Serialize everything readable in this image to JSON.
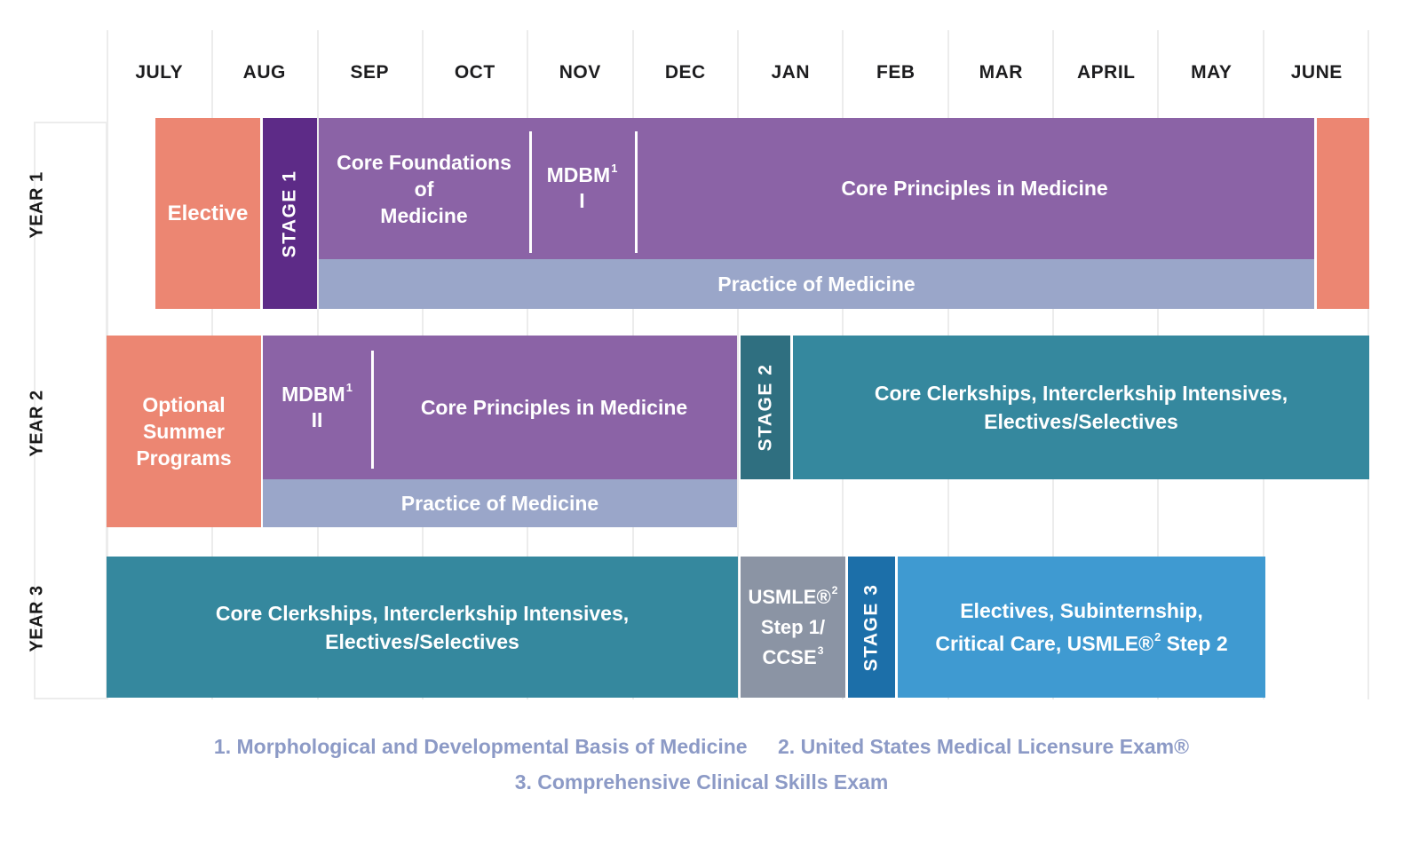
{
  "header": {
    "months": [
      "JULY",
      "AUG",
      "SEP",
      "OCT",
      "NOV",
      "DEC",
      "JAN",
      "FEB",
      "MAR",
      "APRIL",
      "MAY",
      "JUNE"
    ]
  },
  "year1": {
    "label": "YEAR 1",
    "elective": "Elective",
    "stage1": "STAGE 1",
    "core_foundations": "Core Foundations\nof\nMedicine",
    "mdbm": {
      "name": "MDBM",
      "sup": "1",
      "numeral": "I"
    },
    "core_principles": "Core Principles in Medicine",
    "practice": "Practice of Medicine",
    "june_block": ""
  },
  "year2": {
    "label": "YEAR 2",
    "summer": "Optional\nSummer\nPrograms",
    "mdbm": {
      "name": "MDBM",
      "sup": "1",
      "numeral": "II"
    },
    "core_principles": "Core Principles in Medicine",
    "stage2": "STAGE 2",
    "clerkships": "Core Clerkships, Interclerkship Intensives,\nElectives/Selectives",
    "practice": "Practice of Medicine"
  },
  "year3": {
    "label": "YEAR 3",
    "clerkships": "Core Clerkships, Interclerkship Intensives,\nElectives/Selectives",
    "usmle": {
      "l1_pre": "USMLE®",
      "l1_sup": "2",
      "l2": "Step 1/",
      "l3_pre": "CCSE",
      "l3_sup": "3"
    },
    "stage3": "STAGE 3",
    "electives": {
      "l1": "Electives, Subinternship,",
      "l2_pre": "Critical Care, USMLE®",
      "l2_sup": "2",
      "l2_post": " Step 2"
    }
  },
  "footnotes": {
    "item1": "1. Morphological and Developmental Basis of Medicine",
    "item2": "2. United States Medical Licensure Exam®",
    "item3": "3. Comprehensive Clinical Skills Exam"
  },
  "colors": {
    "salmon": "#ec8672",
    "dark_purple": "#5d2b87",
    "purple": "#8b63a6",
    "practice_blue": "#9aa6c9",
    "teal": "#35889e",
    "dark_teal": "#2f6f80",
    "gray": "#8b94a4",
    "stage3_blue": "#1c6fa9",
    "light_blue": "#3f9ad1",
    "footnote_text": "#8c9ac6",
    "grid_line": "#ececec",
    "header_text": "#1d1d1f"
  }
}
